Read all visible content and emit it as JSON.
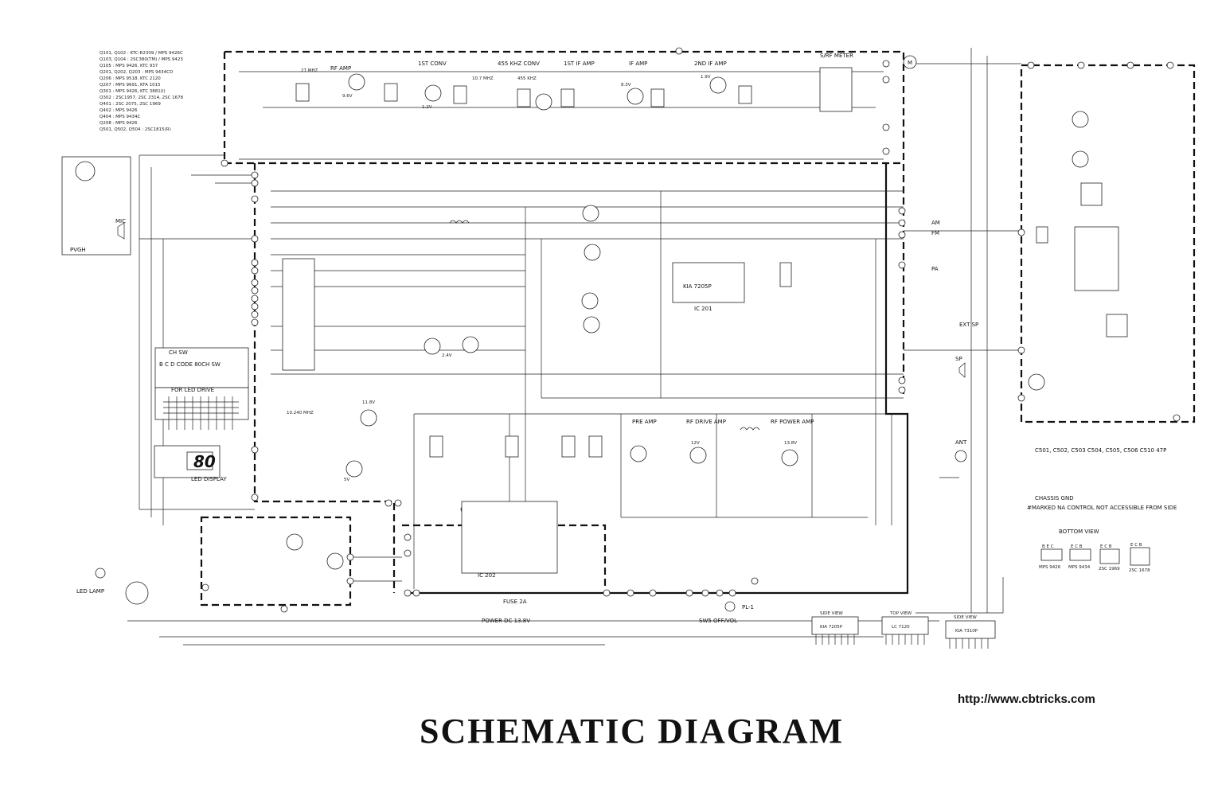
{
  "title": "SCHEMATIC DIAGRAM",
  "source_url": "http://www.cbtricks.com",
  "semiconductor_list": [
    "Q101, Q102 : KTC-R2309 / MPS 9426C",
    "Q103, Q104 : 2SC380(TM) / MPS 9423",
    "Q105 : MPS 9426, KTC 937",
    "Q201, Q202, Q203 : MPS 9434CD",
    "Q206 : MPS 9518, KTC 2120",
    "Q207 : MPS 9691, KTA 1015",
    "Q301 : MPS 9426, KTC 3881(I)",
    "Q302 : 2SC1957, 2SC 2314, 2SC 1678",
    "Q401 : 2SC 2075, 2SC 1969",
    "Q402 : MPS 9426",
    "Q404 : MPS 9434C",
    "Q208 : MPS 9426",
    "Q501, Q502, Q504 : 2SC1815(R)"
  ],
  "sections": {
    "rf_amp": "RF AMP",
    "first_conv": "1ST CONV",
    "first_if_amp": "1ST IF AMP",
    "second_conv": "455 KHZ CONV",
    "if_amp": "IF AMP",
    "second_if_amp": "2ND IF AMP",
    "s_meter": "S/RF METER",
    "pre_amp": "PRE AMP",
    "rf_drive_amp": "RF DRIVE AMP",
    "rf_power_amp": "RF POWER AMP",
    "lcd_display": "LED DISPLAY",
    "for_led_drive": "FOR LED DRIVE",
    "ic_audio": "IC 201",
    "ic_pll": "IC 202",
    "audio_ic_part": "KIA 7205P",
    "chassis_gnd": "CHASSIS GND",
    "power": "POWER DC 13.8V",
    "fuse": "FUSE 2A",
    "sw_offvol": "SW5 OFF/VOL",
    "antenna": "ANT",
    "speaker": "SP",
    "ext_sp": "EXT SP",
    "pvgh": "PVGH",
    "mic": "MIC",
    "led_lamp": "LED LAMP",
    "pl1": "PL-1",
    "meter": "M",
    "am": "AM",
    "fm": "FM",
    "pa": "PA"
  },
  "footnote": "#MARKED NA CONTROL NOT ACCESSIBLE FROM SIDE",
  "bottom_view": {
    "label": "BOTTOM VIEW",
    "packages": [
      {
        "pins": "B E C",
        "part": "MPS 9426"
      },
      {
        "pins": "E C B",
        "part": "MPS 9434"
      },
      {
        "pins": "E C B",
        "part": "2SC 1969"
      },
      {
        "pins": "E C B",
        "part": "2SC 1678"
      }
    ]
  },
  "ic_views": [
    {
      "view": "SIDE VIEW",
      "part": "KIA 7205P"
    },
    {
      "view": "TOP VIEW",
      "part": "LC 7120"
    },
    {
      "view": "SIDE VIEW",
      "part": "KIA 7310P"
    }
  ],
  "capacitor_note": "C501, C502, C503  C504, C505, C506  C510 47P",
  "display_text": "80",
  "channel_switch_label": "CH SW",
  "bcd_label": "B C D CODE 80CH SW",
  "voltages": [
    "9.6V",
    "1.2V",
    "8.3V",
    "1.9V",
    "2.4V",
    "13.8V",
    "12V",
    "11.8V",
    "5V"
  ],
  "crystals": [
    "27 MHZ",
    "10.7 MHZ",
    "455 KHZ",
    "10.240 MHZ"
  ]
}
